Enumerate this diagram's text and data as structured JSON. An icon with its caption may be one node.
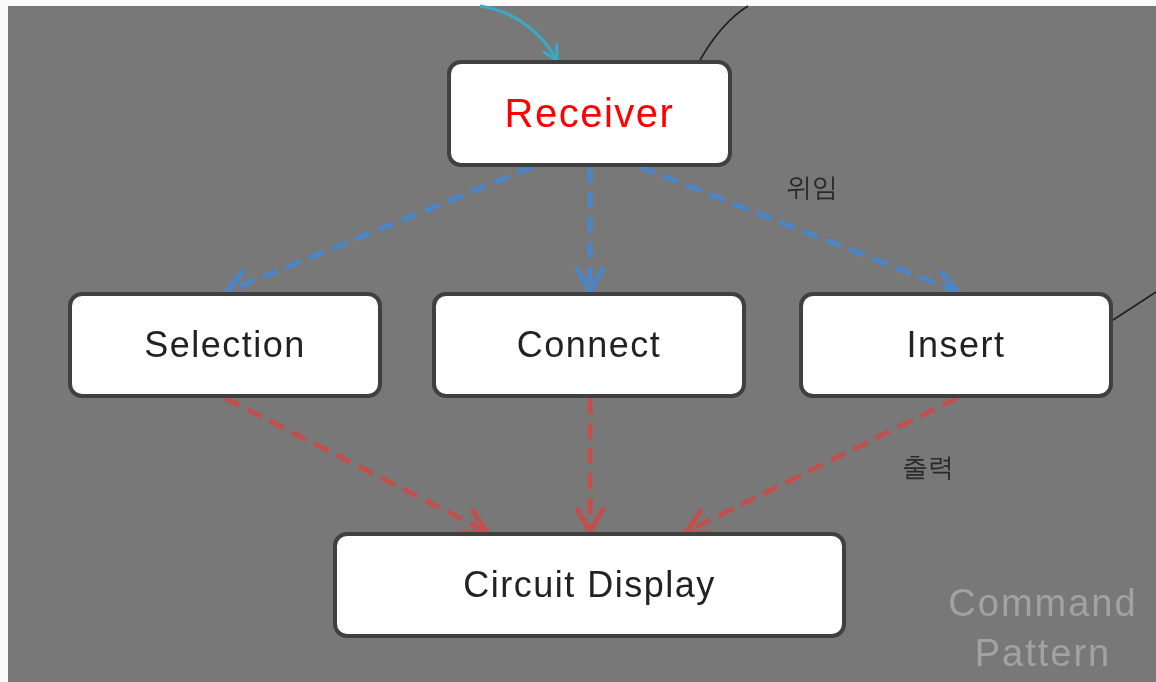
{
  "diagram": {
    "nodes": [
      {
        "text": [
          "Receiver"
        ]
      },
      {
        "text": [
          "Selection"
        ]
      },
      {
        "text": [
          "Connect"
        ]
      },
      {
        "text": [
          "Insert"
        ]
      },
      {
        "text": [
          "Circuit Display"
        ]
      }
    ],
    "edges": [
      {
        "from": null,
        "to": 0,
        "arrow": "to",
        "color": "#3aaac6"
      },
      {
        "from": 0,
        "to": null,
        "arrow": "none",
        "color": "#1e1e1e"
      },
      {
        "from": 3,
        "to": null,
        "arrow": "none",
        "color": "#1e1e1e"
      },
      {
        "from": 0,
        "to": 1,
        "arrow": "to",
        "style": "dashed",
        "color": "#4a86c8"
      },
      {
        "from": 0,
        "to": 2,
        "arrow": "to",
        "style": "dashed",
        "color": "#4a86c8"
      },
      {
        "from": 0,
        "to": 3,
        "arrow": "to",
        "style": "dashed",
        "label": "위임",
        "color": "#4a86c8"
      },
      {
        "from": 1,
        "to": 4,
        "arrow": "to",
        "style": "dashed",
        "color": "#c0504d"
      },
      {
        "from": 2,
        "to": 4,
        "arrow": "to",
        "style": "dashed",
        "color": "#c0504d"
      },
      {
        "from": 3,
        "to": 4,
        "arrow": "to",
        "style": "dashed",
        "label": "출력",
        "color": "#c0504d"
      }
    ],
    "labels": [
      "Command Pattern"
    ]
  }
}
